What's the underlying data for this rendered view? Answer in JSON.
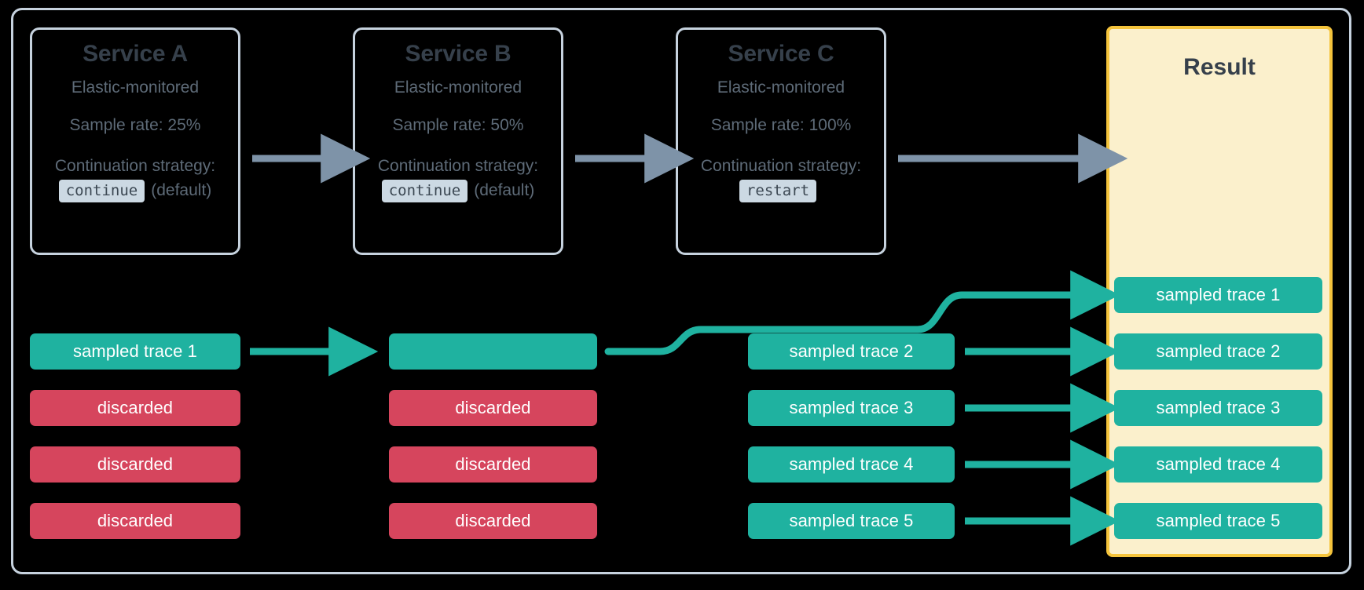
{
  "diagram": {
    "title": "Distributed tracing sample rate propagation",
    "background": "#000000",
    "frame_border_color": "#c6d2de",
    "colors": {
      "teal": "#1fb2a0",
      "red": "#d6455d",
      "gray_arrow": "#7e93a8",
      "card_border": "#c6d2de",
      "result_border": "#f5c43c",
      "result_fill": "#fbf0cc",
      "heading_text": "#36404b",
      "body_text": "#5e6b78",
      "code_chip_bg": "#ccd9e3"
    }
  },
  "services": [
    {
      "id": "service-a",
      "title": "Service A",
      "subtitle": "Elastic-monitored",
      "sample_rate_label": "Sample rate: 25%",
      "continuation_label": "Continuation strategy:",
      "strategy": "continue",
      "strategy_note": "(default)"
    },
    {
      "id": "service-b",
      "title": "Service B",
      "subtitle": "Elastic-monitored",
      "sample_rate_label": "Sample rate: 50%",
      "continuation_label": "Continuation strategy:",
      "strategy": "continue",
      "strategy_note": "(default)"
    },
    {
      "id": "service-c",
      "title": "Service C",
      "subtitle": "Elastic-monitored",
      "sample_rate_label": "Sample rate: 100%",
      "continuation_label": "Continuation strategy:",
      "strategy": "restart",
      "strategy_note": ""
    }
  ],
  "result": {
    "title": "Result"
  },
  "columns": {
    "service_a_traces": [
      {
        "label": "sampled trace 1",
        "state": "sampled"
      },
      {
        "label": "discarded",
        "state": "discarded"
      },
      {
        "label": "discarded",
        "state": "discarded"
      },
      {
        "label": "discarded",
        "state": "discarded"
      }
    ],
    "service_b_traces": [
      {
        "label": "",
        "state": "sampled"
      },
      {
        "label": "discarded",
        "state": "discarded"
      },
      {
        "label": "discarded",
        "state": "discarded"
      },
      {
        "label": "discarded",
        "state": "discarded"
      }
    ],
    "service_c_traces": [
      {
        "label": "",
        "state": "empty"
      },
      {
        "label": "sampled trace 2",
        "state": "sampled"
      },
      {
        "label": "sampled trace 3",
        "state": "sampled"
      },
      {
        "label": "sampled trace 4",
        "state": "sampled"
      },
      {
        "label": "sampled trace 5",
        "state": "sampled"
      }
    ],
    "result_traces": [
      {
        "label": "sampled trace 1",
        "state": "sampled"
      },
      {
        "label": "sampled trace 2",
        "state": "sampled"
      },
      {
        "label": "sampled trace 3",
        "state": "sampled"
      },
      {
        "label": "sampled trace 4",
        "state": "sampled"
      },
      {
        "label": "sampled trace 5",
        "state": "sampled"
      }
    ]
  },
  "connectors": {
    "service_flow": [
      {
        "from": "service-a",
        "to": "service-b",
        "style": "gray-arrow"
      },
      {
        "from": "service-b",
        "to": "service-c",
        "style": "gray-arrow"
      },
      {
        "from": "service-c",
        "to": "result",
        "style": "gray-arrow"
      }
    ],
    "trace_flow": [
      {
        "from": "a-trace-1",
        "to": "b-trace-1",
        "style": "teal-arrow"
      },
      {
        "from": "b-trace-1",
        "to": "result-trace-1",
        "style": "teal-curve"
      },
      {
        "from": "c-trace-2",
        "to": "result-trace-2",
        "style": "teal-arrow"
      },
      {
        "from": "c-trace-3",
        "to": "result-trace-3",
        "style": "teal-arrow"
      },
      {
        "from": "c-trace-4",
        "to": "result-trace-4",
        "style": "teal-arrow"
      },
      {
        "from": "c-trace-5",
        "to": "result-trace-5",
        "style": "teal-arrow"
      }
    ]
  }
}
